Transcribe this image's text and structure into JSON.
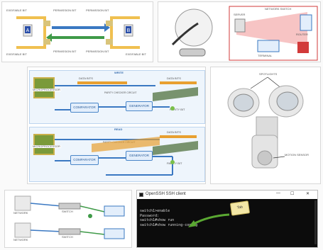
{
  "panel1": {
    "exe_top_left": "EXE/FABLE BIT",
    "exe_bottom_left": "EXE/FABLE BIT",
    "exe_right": "EXE/FABLE BIT",
    "mid_labels": [
      "PERMISSION BIT",
      "PERMISSION BIT",
      "PERMISSION BIT",
      "PERMISSION BIT"
    ]
  },
  "panel2": {
    "labels": [
      "NETWORK SWITCH",
      "SERVER",
      "TERMINAL",
      "ROUTER"
    ]
  },
  "panel3": {
    "write_title": "WRITE",
    "read_title": "READ",
    "microprocessor": "MICROPROCESSOR",
    "data_bits": "DATA BITS",
    "comparator": "COMPARATOR",
    "generator": "GENERATOR",
    "parity_checker": "PARITY CHECKER CIRCUIT",
    "parity_bit": "PARITY BIT"
  },
  "panel4": {
    "spotlights": "SPOTLIGHTS",
    "motion_sensor": "MOTION SENSOR"
  },
  "panel5": {
    "labels": [
      "SWITCH",
      "NETWORK",
      "SWITCH",
      "NETWORK"
    ]
  },
  "terminal": {
    "title": "OpenSSH SSH client",
    "minimize": "—",
    "maximize": "☐",
    "close": "✕",
    "lines": [
      "switch1>enable",
      "Password:",
      "switch1#show run",
      "switch1#show running-config"
    ],
    "key_label": "Tab"
  },
  "colors": {
    "accent_blue": "#3a78c2",
    "accent_green": "#3f9a48",
    "accent_red": "#d23a3a",
    "chip_green": "#7a9a3a",
    "key_yellow": "#f3e7a6"
  }
}
